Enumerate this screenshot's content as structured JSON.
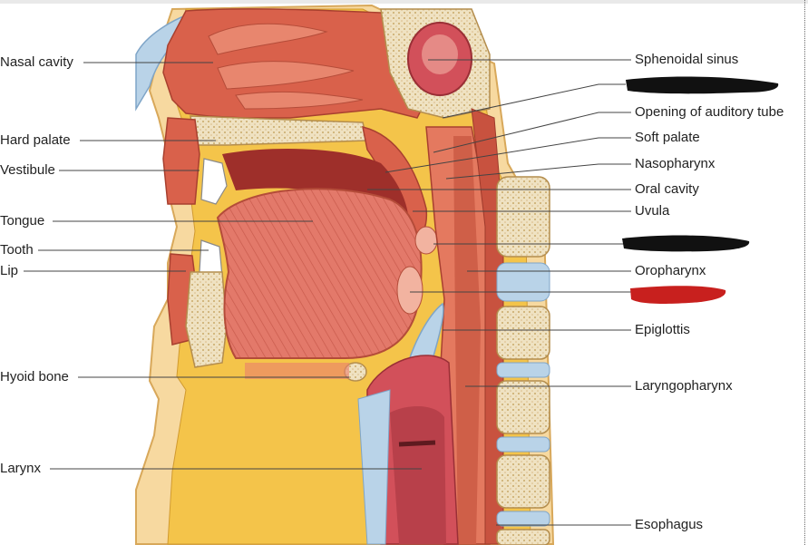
{
  "labels_left": {
    "nasal_cavity": "Nasal cavity",
    "hard_palate": "Hard palate",
    "vestibule": "Vestibule",
    "tongue": "Tongue",
    "tooth": "Tooth",
    "lip": "Lip",
    "hyoid_bone": "Hyoid bone",
    "larynx": "Larynx"
  },
  "labels_right": {
    "sphenoidal_sinus": "Sphenoidal sinus",
    "opening_auditory_tube": "Opening of auditory tube",
    "soft_palate": "Soft palate",
    "nasopharynx": "Nasopharynx",
    "oral_cavity": "Oral cavity",
    "uvula": "Uvula",
    "oropharynx": "Oropharynx",
    "epiglottis": "Epiglottis",
    "laryngopharynx": "Laryngopharynx",
    "esophagus": "Esophagus"
  },
  "colors": {
    "skin": "#f7d9a0",
    "fat": "#f4c44a",
    "muscle": "#d9614b",
    "tongue": "#e9806c",
    "bone": "#efe2c2",
    "bone_dots": "#c9a96a",
    "cartilage": "#b9d3e8",
    "redaction_black": "#111111",
    "redaction_red": "#c8201e"
  }
}
